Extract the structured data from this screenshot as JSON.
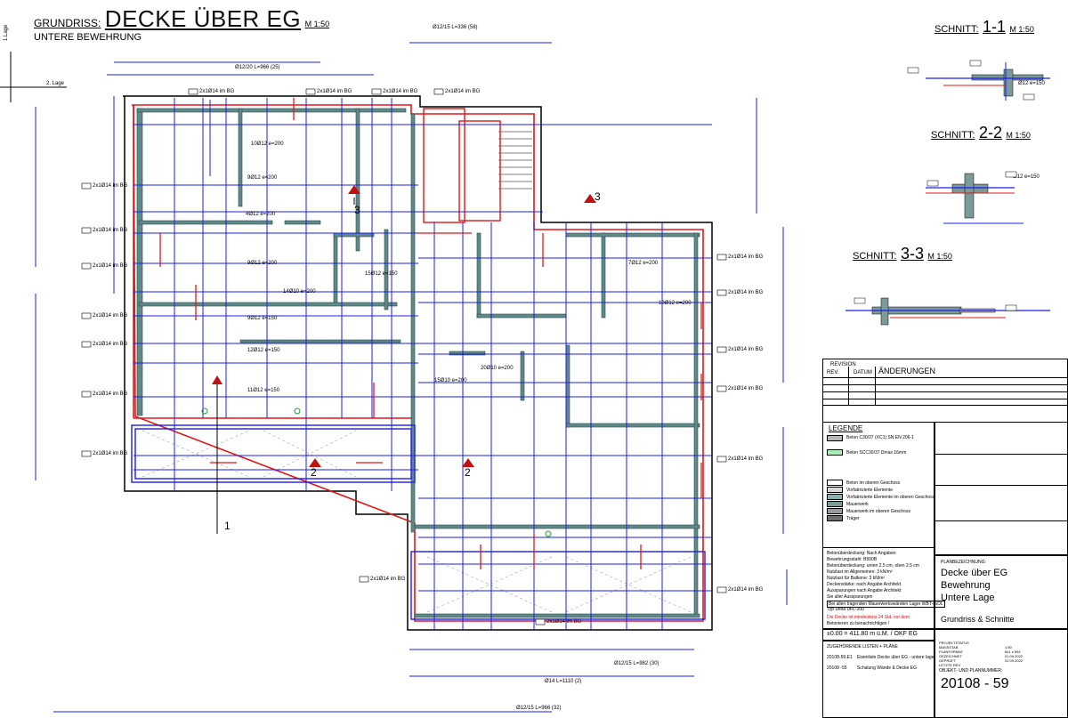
{
  "title": {
    "prefix": "GRUNDRISS:",
    "main": "DECKE ÜBER EG",
    "scale": "M 1:50",
    "subtitle": "UNTERE BEWEHRUNG"
  },
  "sections": [
    {
      "label": "SCHNITT:",
      "num": "1-1",
      "scale": "M 1:50"
    },
    {
      "label": "SCHNITT:",
      "num": "2-2",
      "scale": "M 1:50"
    },
    {
      "label": "SCHNITT:",
      "num": "3-3",
      "scale": "M 1:50"
    }
  ],
  "layers": {
    "first": "1.Lage",
    "second": "2. Lage"
  },
  "markers": [
    "3",
    "3",
    "2",
    "2",
    "1"
  ],
  "rebar_labels": [
    "2x1Ø14 im BG",
    "2x1Ø14 im BG",
    "2x1Ø14 im BG",
    "2x1Ø14 im BG",
    "2x1Ø14 im BG",
    "2x1Ø14 im BG",
    "2x1Ø14 im BG",
    "2x1Ø14 im BG",
    "2x1Ø14 im BG",
    "2x1Ø14 im BG",
    "2x1Ø14 im BG",
    "2x1Ø14 im BG",
    "2x1Ø14 im BG",
    "2x1Ø14 im BG",
    "2x1Ø14 im BG",
    "2x1Ø14 im BG",
    "2x1Ø14 im BG",
    "2x1Ø14 im BG",
    "2x1Ø14 im BG",
    "10Ø12 e=200",
    "9Ø12 e=200",
    "4Ø12 e=200",
    "7Ø12 e=200",
    "9Ø12 e=200",
    "14Ø10 e=200",
    "9Ø12 e=150",
    "12Ø12 e=150",
    "11Ø12 e=150",
    "15Ø12 e=150",
    "10Ø12 e=200",
    "20Ø10 e=200",
    "15Ø10 e=200",
    "Ø12 e=150",
    "Ø12 e=150",
    "Ø14 L=1110 (2)",
    "Ø12/15 L=966 (32)",
    "Ø12/15 L=982 (30)",
    "Ø12/15 L=336 (58)",
    "Ø12/20 L=966 (25)"
  ],
  "revision": {
    "header": "REVISION",
    "rev": "REV.",
    "datum": "DATUM",
    "aenderungen": "ÄNDERUNGEN"
  },
  "legend": {
    "title": "LEGENDE",
    "items": [
      {
        "text": "Beton C30/37 (XC1) SN EN 206-1",
        "color": "#b8b8b8"
      },
      {
        "text": "Beton SCC30/37 Dmax 16mm",
        "color": "#a6f0b8"
      },
      {
        "text": "Beton im oberen Geschoss",
        "color": "#ffffff"
      },
      {
        "text": "Vorfabrizierte Elemente",
        "color": "#d8d8d8"
      },
      {
        "text": "Vorfabrizierte Elemente im oberen Geschoss",
        "color": "#8fb0b0"
      },
      {
        "text": "Mauerwerk",
        "color": "#7d9a9a"
      },
      {
        "text": "Mauerwerk im oberen Geschoss",
        "color": "#9a9a9a"
      },
      {
        "text": "Träger",
        "color": "#6f6f6f"
      }
    ],
    "notes": [
      "Betonüberdeckung: Nach Angaben",
      "Bewehrungsstahl: B500B",
      "Betonüberdeckung: unten 2.5 cm, oben 2.5 cm",
      "Nutzlast im Allgemeinen: 3 kN/m²",
      "Nutzlast für Balkone: 3 kN/m²",
      "Deckenstärke: nach Angabe Architekt",
      "Aussparungen nach Angabe Architekt",
      "Sie aller Aussparungen",
      "Bei allen tragenden Mauerwerkswänden Lager WBT-ISOL",
      "Typ Delta DFL-200"
    ],
    "warning1": "Die Decke ist mindestens 24 Std. vor dem",
    "warning2": "Betonieren zu benachrichtigen !"
  },
  "level": "±0.00 = 411.80 m ü.M. / OKF EG",
  "lists": {
    "header": "ZUGEHÖRENDE LISTEN + PLÄNE",
    "rows": [
      {
        "code": "20108-59.E1",
        "text": "Eisenliste Decke über EG - untere lage"
      },
      {
        "code": "20108 -55",
        "text": "Schalung Wände & Decke EG"
      }
    ]
  },
  "plan": {
    "label": "PLANBEZEICHNUNG:",
    "line1": "Decke über EG",
    "line2": "Bewehrung",
    "line3": "Untere Lage",
    "line4": "Grundriss  & Schnitte"
  },
  "status": {
    "rows": [
      {
        "k": "PROJEKTSTATUS",
        "v": ""
      },
      {
        "k": "MASSSTAB",
        "v": "1:50"
      },
      {
        "k": "PLANFORMAT",
        "v": "841 x 594"
      },
      {
        "k": "GEZEICHNET",
        "v": "01.09.2022"
      },
      {
        "k": "GEPRÜFT",
        "v": "02.09.2022"
      },
      {
        "k": "LETZTE REV",
        "v": ""
      }
    ],
    "number_label": "OBJEKT- UND PLANNUMMER:",
    "number": "20108 - 59"
  },
  "colors": {
    "rebar_blue": "#1c1cf0",
    "rebar_red": "#e01818",
    "wall": "#5f8a8a",
    "outline": "#000000"
  }
}
